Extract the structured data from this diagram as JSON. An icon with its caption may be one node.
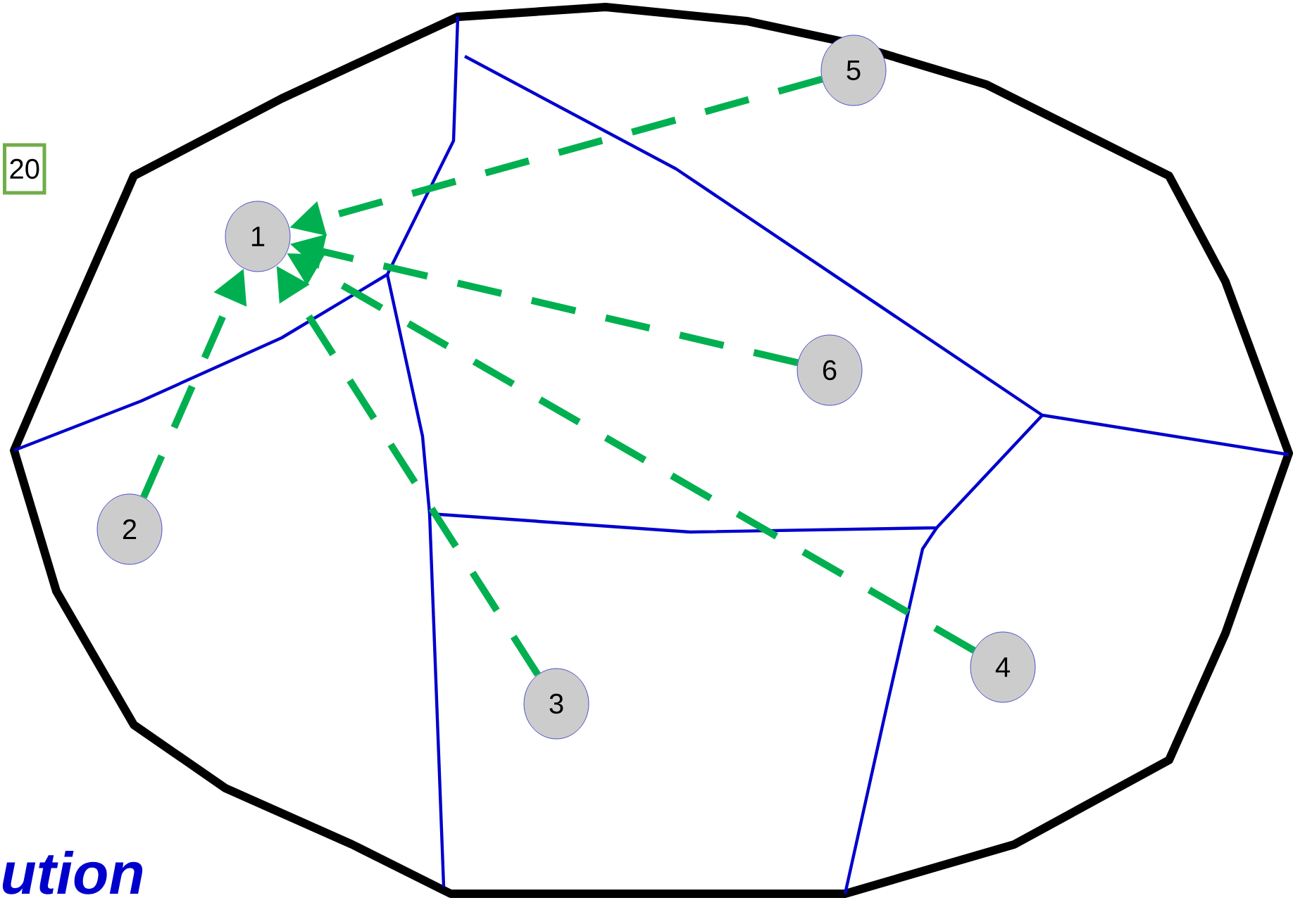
{
  "diagram": {
    "nodes": [
      {
        "text": [
          "1"
        ]
      },
      {
        "text": [
          "2"
        ]
      },
      {
        "text": [
          "3"
        ]
      },
      {
        "text": [
          "4"
        ]
      },
      {
        "text": [
          "5"
        ]
      },
      {
        "text": [
          "6"
        ]
      }
    ],
    "edges": [
      {
        "from": 1,
        "to": 0,
        "arrow": "to",
        "style": "dashed"
      },
      {
        "from": 2,
        "to": 0,
        "arrow": "to",
        "style": "dashed"
      },
      {
        "from": 3,
        "to": 0,
        "arrow": "to",
        "style": "dashed"
      },
      {
        "from": 4,
        "to": 0,
        "arrow": "to",
        "style": "dashed"
      },
      {
        "from": 5,
        "to": 0,
        "arrow": "to",
        "style": "dashed"
      }
    ],
    "labels": [
      "20",
      "ution"
    ]
  }
}
